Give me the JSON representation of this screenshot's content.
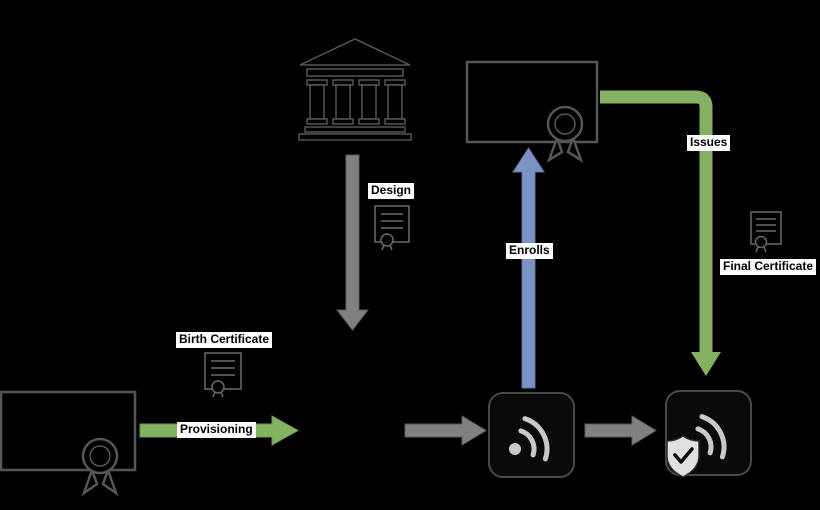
{
  "diagram": {
    "labels": {
      "design": "Design",
      "enrolls": "Enrolls",
      "issues": "Issues",
      "final_certificate": "Final Certificate",
      "birth_certificate": "Birth Certificate",
      "provisioning": "Provisioning"
    },
    "icons": [
      "bank-icon",
      "certificate-icon",
      "birth-certificate-icon",
      "design-doc-icon",
      "final-certificate-doc-icon",
      "birth-certificate-doc-icon",
      "iot-device-icon",
      "secured-iot-device-icon",
      "shield-check-icon"
    ],
    "arrows": [
      {
        "name": "design-arrow",
        "label": "Design",
        "color": "gray",
        "direction": "down"
      },
      {
        "name": "enrolls-arrow",
        "label": "Enrolls",
        "color": "blue",
        "direction": "up"
      },
      {
        "name": "issues-arrow",
        "label": "Issues",
        "color": "green",
        "direction": "right-then-down"
      },
      {
        "name": "provisioning-arrow",
        "label": "Provisioning",
        "color": "green",
        "direction": "right"
      },
      {
        "name": "flow-arrow-1",
        "label": "",
        "color": "gray",
        "direction": "right"
      },
      {
        "name": "flow-arrow-2",
        "label": "",
        "color": "gray",
        "direction": "right"
      }
    ]
  },
  "colors": {
    "background": "#000000",
    "arrow_gray": "#808080",
    "arrow_blue": "#7A93C2",
    "arrow_green": "#84B162",
    "label_bg": "#FFFFFF",
    "label_text": "#000000",
    "icon_outline": "#565656",
    "icon_detail": "#C9C9C9",
    "shield_fill": "#E0E0E0"
  }
}
